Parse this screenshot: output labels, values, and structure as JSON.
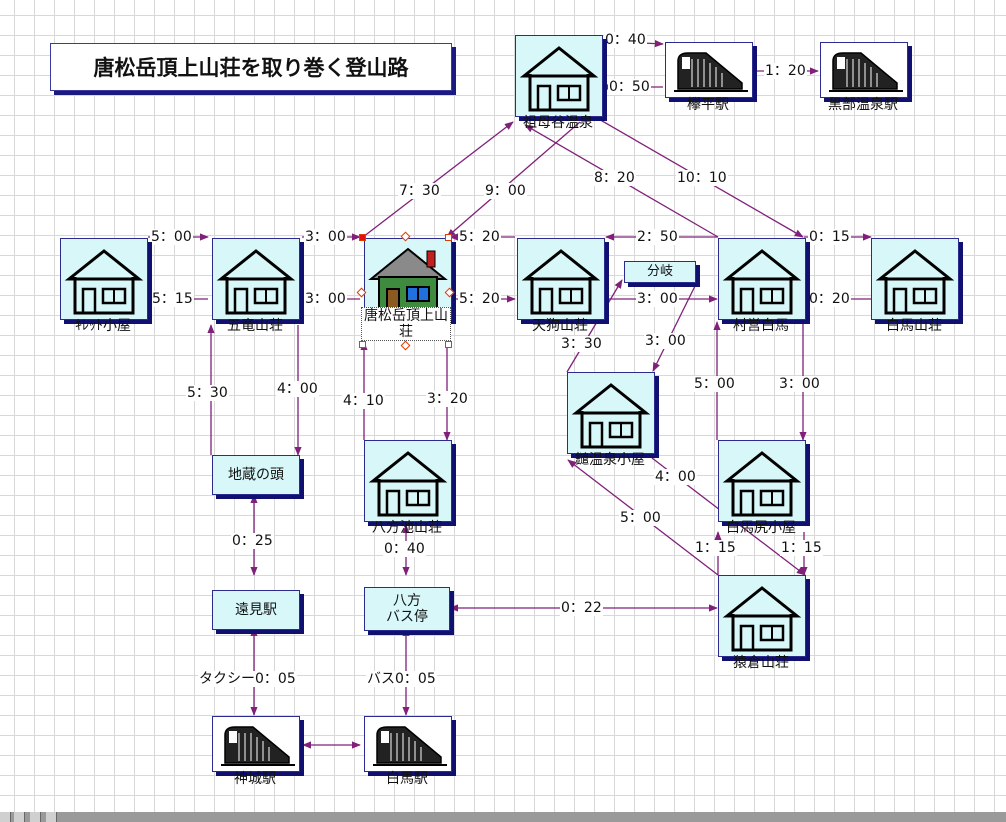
{
  "title": "唐松岳頂上山荘を取り巻く登山路",
  "nodes": {
    "sobodani": "祖母谷温泉",
    "keyakidaira": "欅平駅",
    "kurobe": "黒部温泉駅",
    "kiretto": "ｷﾚｯﾄ小屋",
    "goryu": "五竜山荘",
    "karamatsu": "唐松岳頂上山荘",
    "tengu": "天狗山荘",
    "bunki": "分岐",
    "murodo": "村営白馬",
    "hakuba_sanso": "白馬山荘",
    "kagi": "鑓温泉小屋",
    "jizo": "地蔵の頭",
    "happo_ike": "八方池山荘",
    "hakuba_jiri": "白馬尻小屋",
    "tomi": "遠見駅",
    "happo_bus": "八方\nバス停",
    "sarukura": "猿倉山荘",
    "kamishiro": "神城駅",
    "hakuba_eki": "白馬駅"
  },
  "edge_labels": {
    "sob_key_top": "0：40",
    "sob_key_bottom": "0：50",
    "key_kur": "1：20",
    "kar_sob": "7：30",
    "sob_kar": "9：00",
    "mur_sob": "8：20",
    "sob_mur": "10：10",
    "kir_gor": "5：00",
    "gor_kir": "5：15",
    "gor_kar_top": "3：00",
    "kar_gor": "3：00",
    "ten_kar": "5：20",
    "kar_ten": "5：20",
    "mur_ten": "2：50",
    "ten_mur": "3：00",
    "mur_hak": "0：15",
    "hak_mur": "0：20",
    "kag_bun": "3：30",
    "bun_kag": "3：00",
    "jiz_gor": "5：30",
    "gor_jiz": "4：00",
    "hap_kar": "4：10",
    "kar_hap": "3：20",
    "jir_mur": "5：00",
    "mur_jir": "3：00",
    "kag_sar": "4：00",
    "sar_kag": "5：00",
    "jir_sar": "1：15",
    "sar_jir": "1：15",
    "jiz_tom": "0：25",
    "hap_bus": "0：40",
    "bus_sar": "0：22",
    "tom_kam": "タクシー0：05",
    "bus_eki": "バス0：05"
  },
  "colors": {
    "edge": "#80207a",
    "box_fill": "#d8f7f9",
    "box_border": "#2b2b90",
    "shadow": "#101070",
    "selection_handle": "#e23b00"
  }
}
